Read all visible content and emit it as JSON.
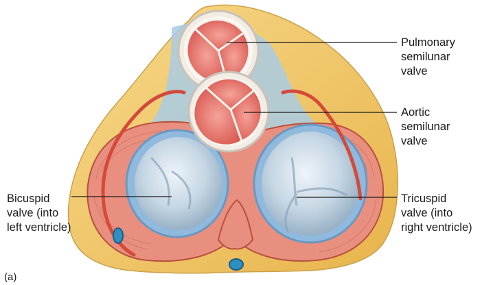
{
  "labels": {
    "pulmonary": [
      "Pulmonary",
      "semilunar",
      "valve"
    ],
    "aortic": [
      "Aortic",
      "semilunar",
      "valve"
    ],
    "bicuspid": [
      "Bicuspid",
      "valve (into",
      "left ventricle)"
    ],
    "tricuspid": [
      "Tricuspid",
      "valve (into",
      "right ventricle)"
    ],
    "panel": "(a)"
  },
  "colors": {
    "fat": "#f2c766",
    "fat_dark": "#d9a23c",
    "muscle": "#e98f7e",
    "muscle_dark": "#c9533f",
    "fibrous": "#b9d6ee",
    "valve_blue": "#c7d9e6",
    "valve_pink": "#e36f6a",
    "artery": "#d74a3a"
  }
}
